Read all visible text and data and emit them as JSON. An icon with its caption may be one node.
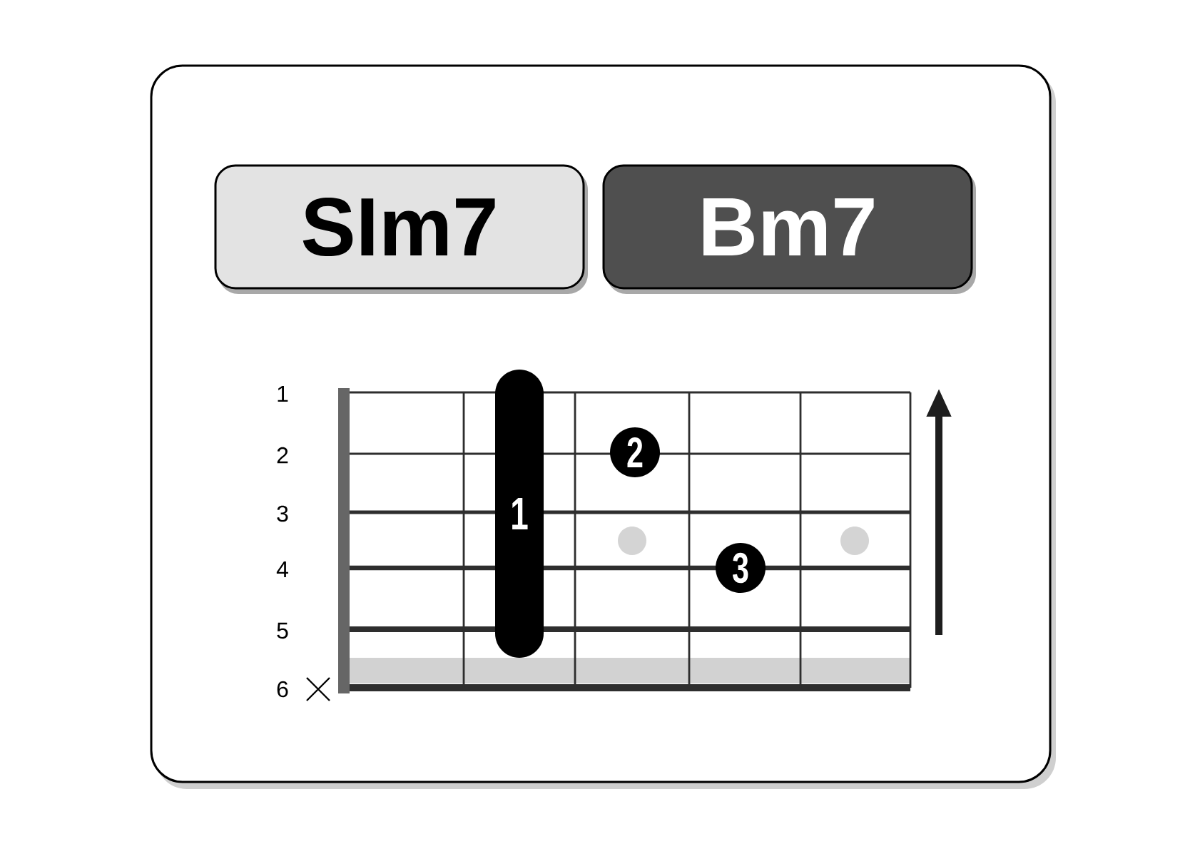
{
  "diagram": {
    "nodes": [
      {
        "text": [
          "SIm7"
        ]
      },
      {
        "text": [
          "Bm7"
        ]
      },
      {
        "text": [
          "1"
        ]
      },
      {
        "text": [
          "2"
        ]
      },
      {
        "text": [
          "3"
        ]
      }
    ],
    "labels": [
      "1",
      "2",
      "3",
      "4",
      "5",
      "6"
    ]
  }
}
